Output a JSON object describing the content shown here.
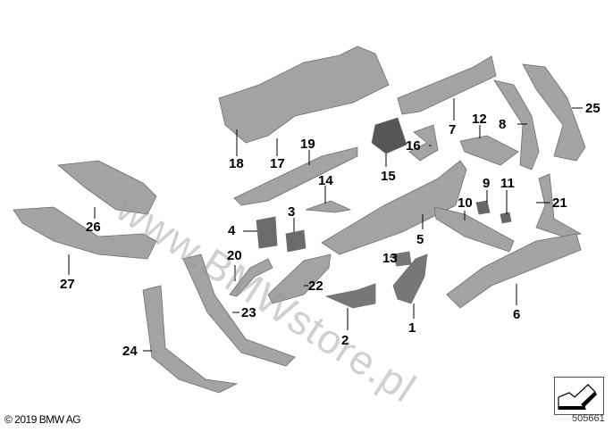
{
  "diagram": {
    "callouts": [
      "1",
      "2",
      "3",
      "4",
      "5",
      "6",
      "7",
      "8",
      "9",
      "10",
      "11",
      "12",
      "13",
      "14",
      "15",
      "16",
      "17",
      "18",
      "19",
      "20",
      "21",
      "22",
      "23",
      "24",
      "25",
      "26",
      "27"
    ],
    "copyright": "© 2019 BMW AG",
    "reference_number": "505661",
    "watermark": "www.BMWstore.pl",
    "part_color": "#9a9a9a"
  }
}
